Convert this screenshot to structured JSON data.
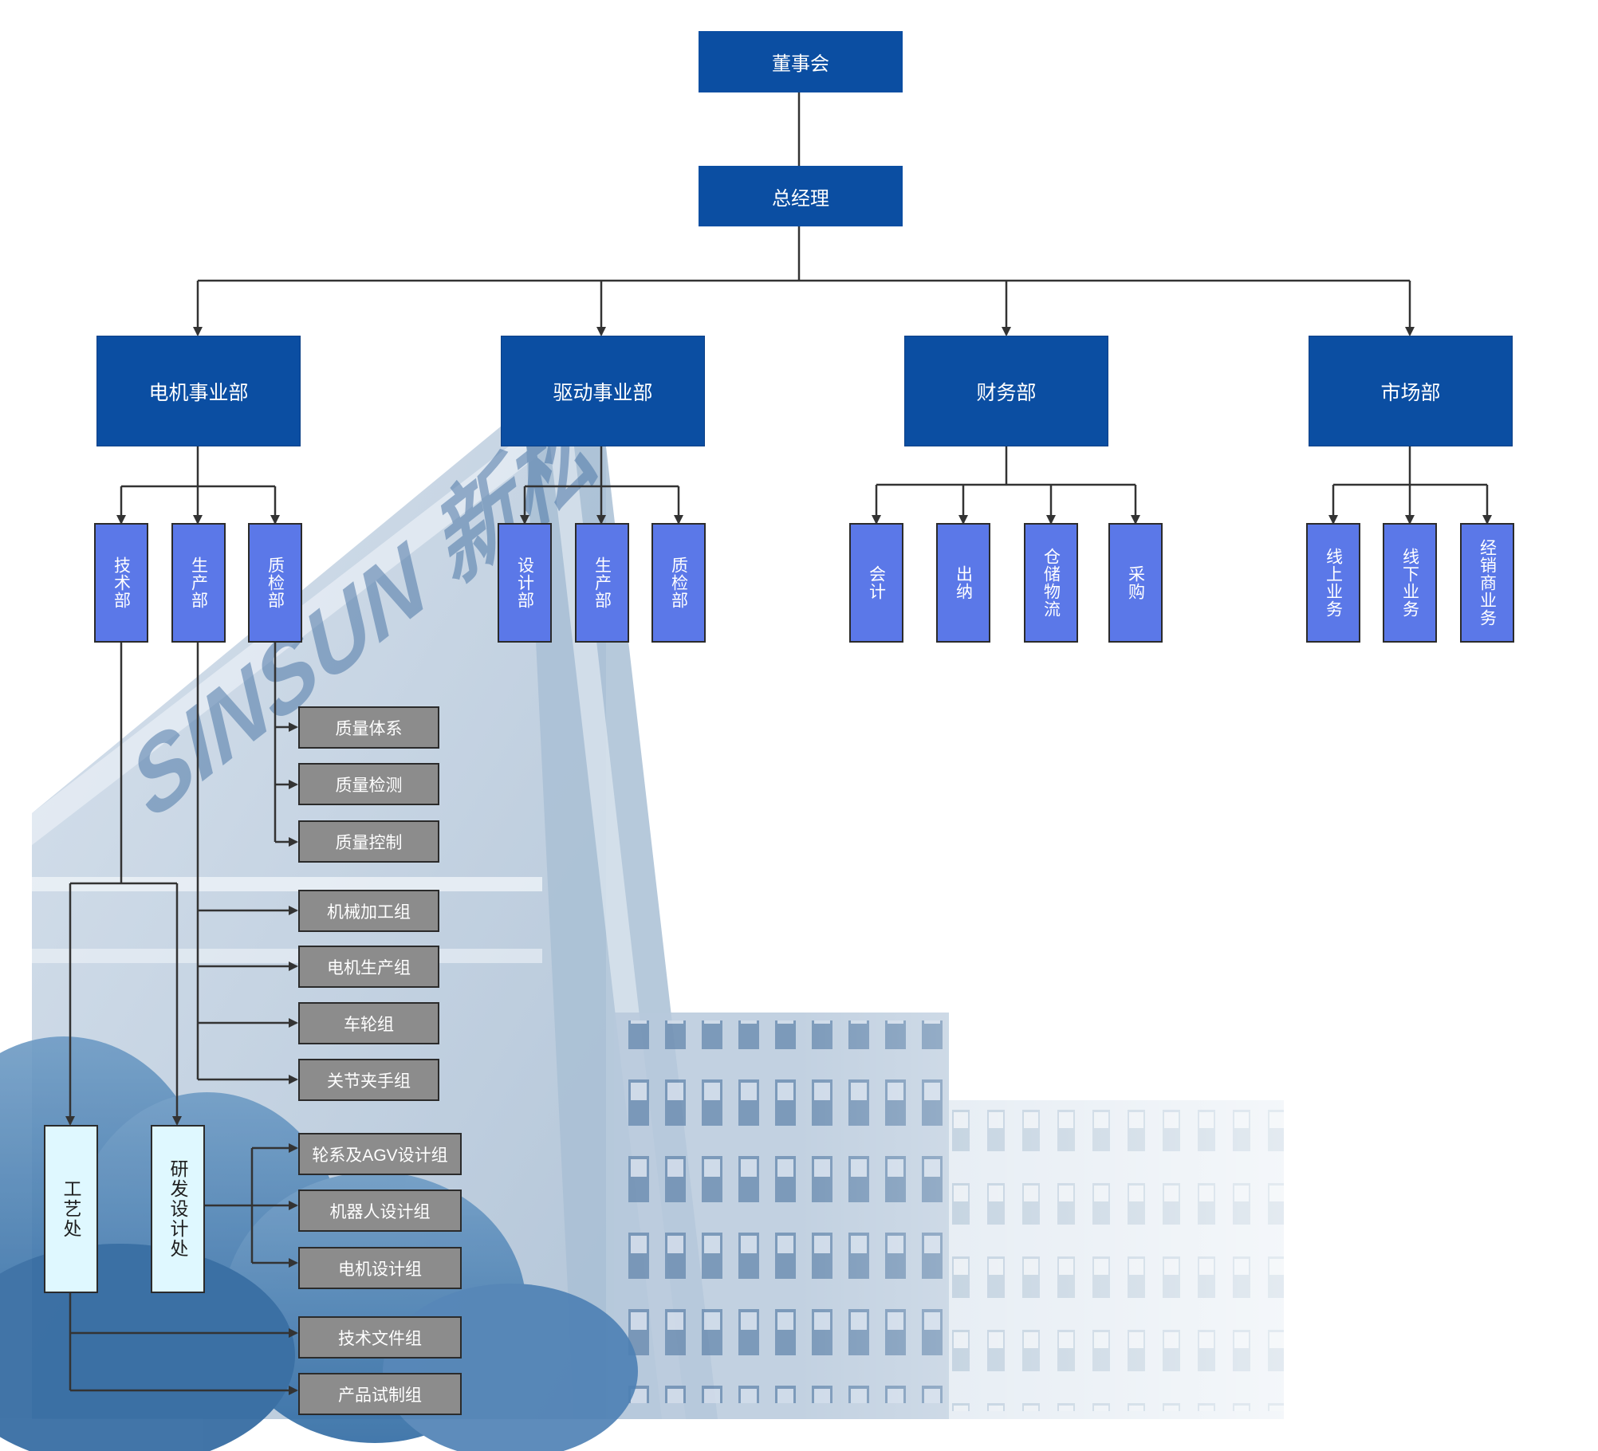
{
  "colors": {
    "top_fill": "#0b4ea2",
    "dept_fill": "#5b78e8",
    "office_fill": "#dff8ff",
    "group_fill": "#8c8c8c",
    "connector": "#333333"
  },
  "background": {
    "watermark_text": "SINSUN 新松"
  },
  "org": {
    "board": "董事会",
    "gm": "总经理",
    "divisions": {
      "motor": "电机事业部",
      "drive": "驱动事业部",
      "finance": "财务部",
      "market": "市场部"
    },
    "motor_depts": {
      "tech": "技术部",
      "production": "生产部",
      "qc": "质检部"
    },
    "drive_depts": {
      "design": "设计部",
      "production": "生产部",
      "qc": "质检部"
    },
    "finance_depts": {
      "accounting": "会计",
      "cashier": "出纳",
      "warehouse": "仓储物流",
      "purchasing": "采购"
    },
    "market_depts": {
      "online": "线上业务",
      "offline": "线下业务",
      "dealer": "经销商业务"
    },
    "qc_groups": {
      "system": "质量体系",
      "inspection": "质量检测",
      "control": "质量控制"
    },
    "production_groups": {
      "machining": "机械加工组",
      "motor_production": "电机生产组",
      "wheel": "车轮组",
      "gripper": "关节夹手组"
    },
    "offices": {
      "process": "工艺处",
      "rnd": "研发设计处"
    },
    "rnd_groups": {
      "agv": "轮系及AGV设计组",
      "robot": "机器人设计组",
      "motor_design": "电机设计组"
    },
    "process_groups": {
      "documents": "技术文件组",
      "prototype": "产品试制组"
    }
  }
}
